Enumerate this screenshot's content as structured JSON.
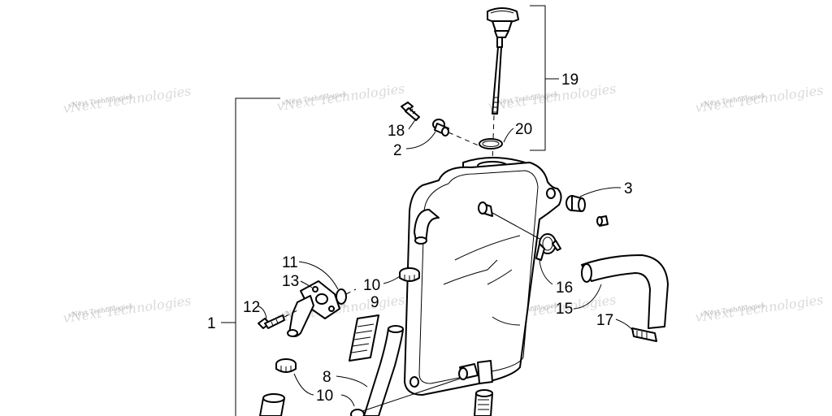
{
  "watermark": {
    "text": "vNext Technologies"
  },
  "callouts": [
    {
      "id": "c19",
      "label": "19"
    },
    {
      "id": "c18",
      "label": "18"
    },
    {
      "id": "c20",
      "label": "20"
    },
    {
      "id": "c2",
      "label": "2"
    },
    {
      "id": "c3",
      "label": "3"
    },
    {
      "id": "c11",
      "label": "11"
    },
    {
      "id": "c13",
      "label": "13"
    },
    {
      "id": "c10a",
      "label": "10"
    },
    {
      "id": "c9",
      "label": "9"
    },
    {
      "id": "c12",
      "label": "12"
    },
    {
      "id": "c1",
      "label": "1"
    },
    {
      "id": "c16",
      "label": "16"
    },
    {
      "id": "c15",
      "label": "15"
    },
    {
      "id": "c17",
      "label": "17"
    },
    {
      "id": "c8",
      "label": "8"
    },
    {
      "id": "c10b",
      "label": "10"
    }
  ]
}
